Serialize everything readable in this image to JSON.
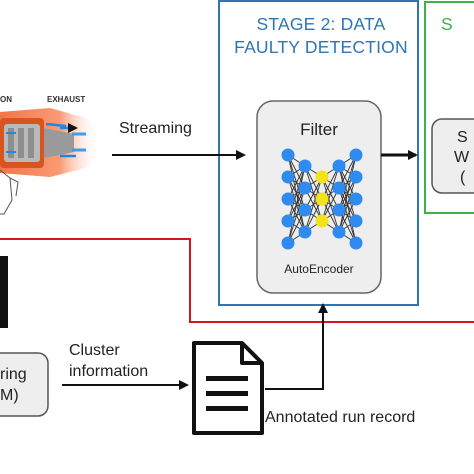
{
  "stage2": {
    "title_line1": "STAGE 2: DATA",
    "title_line2": "FAULTY DETECTION"
  },
  "stage3": {
    "title_partial": "S"
  },
  "engine": {
    "label_left_partial": "ON",
    "label_exhaust": "EXHAUST"
  },
  "arrows": {
    "streaming_label": "Streaming",
    "cluster_label_line1": "Cluster",
    "cluster_label_line2": "information"
  },
  "filter_box": {
    "title": "Filter",
    "subtitle": "AutoEncoder"
  },
  "right_box_partial": {
    "line1": "S",
    "line2": "W",
    "line3": "("
  },
  "clustering_box_partial": {
    "line1": "ring",
    "line2": "M)"
  },
  "document": {
    "caption": "Annotated run record"
  },
  "colors": {
    "stage2_border": "#2e75b6",
    "stage3_border": "#3fb14a",
    "red_line": "#d9141a",
    "neuron_blue": "#2f8bf0",
    "neuron_yellow": "#f2e21a",
    "box_fill": "#eeeeee"
  },
  "icons": [
    "jet-engine-illustration",
    "document-icon",
    "neural-network-icon"
  ]
}
